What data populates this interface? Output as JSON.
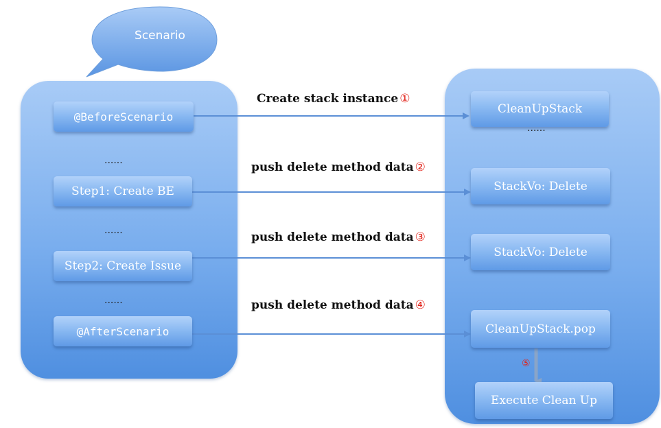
{
  "scenario_bubble": "Scenario",
  "left_boxes": {
    "before": "@BeforeScenario",
    "step1": "Step1: Create BE",
    "step2": "Step2: Create Issue",
    "after": "@AfterScenario"
  },
  "ellipsis": "......",
  "arrow_labels": [
    {
      "text": "Create stack instance",
      "marker": "①"
    },
    {
      "text": "push delete method data",
      "marker": "②"
    },
    {
      "text": "push delete method data",
      "marker": "③"
    },
    {
      "text": "push delete method data",
      "marker": "④"
    }
  ],
  "right_boxes": {
    "stack": "CleanUpStack",
    "vo1": "StackVo: Delete",
    "vo2": "StackVo: Delete",
    "pop": "CleanUpStack.pop",
    "exec": "Execute Clean Up"
  },
  "pop_marker": "⑤",
  "colors": {
    "panel": "#7aaeee",
    "box": "#8bbaf2",
    "arrow": "#5b8fd6",
    "marker": "#e2231a"
  }
}
